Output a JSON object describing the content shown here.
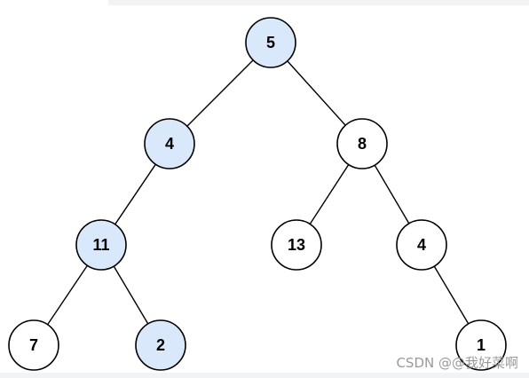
{
  "colors": {
    "highlight": "#dae8fc",
    "normal": "#ffffff"
  },
  "tree": {
    "nodes": [
      {
        "id": "n5",
        "label": "5",
        "highlighted": true
      },
      {
        "id": "n4a",
        "label": "4",
        "highlighted": true
      },
      {
        "id": "n8",
        "label": "8",
        "highlighted": false
      },
      {
        "id": "n11",
        "label": "11",
        "highlighted": true
      },
      {
        "id": "n13",
        "label": "13",
        "highlighted": false
      },
      {
        "id": "n4b",
        "label": "4",
        "highlighted": false
      },
      {
        "id": "n7",
        "label": "7",
        "highlighted": false
      },
      {
        "id": "n2",
        "label": "2",
        "highlighted": true
      },
      {
        "id": "n1",
        "label": "1",
        "highlighted": false
      }
    ],
    "edges": [
      [
        "n5",
        "n4a"
      ],
      [
        "n5",
        "n8"
      ],
      [
        "n4a",
        "n11"
      ],
      [
        "n8",
        "n13"
      ],
      [
        "n8",
        "n4b"
      ],
      [
        "n11",
        "n7"
      ],
      [
        "n11",
        "n2"
      ],
      [
        "n4b",
        "n1"
      ]
    ]
  },
  "watermark": "CSDN @@我好菜啊"
}
